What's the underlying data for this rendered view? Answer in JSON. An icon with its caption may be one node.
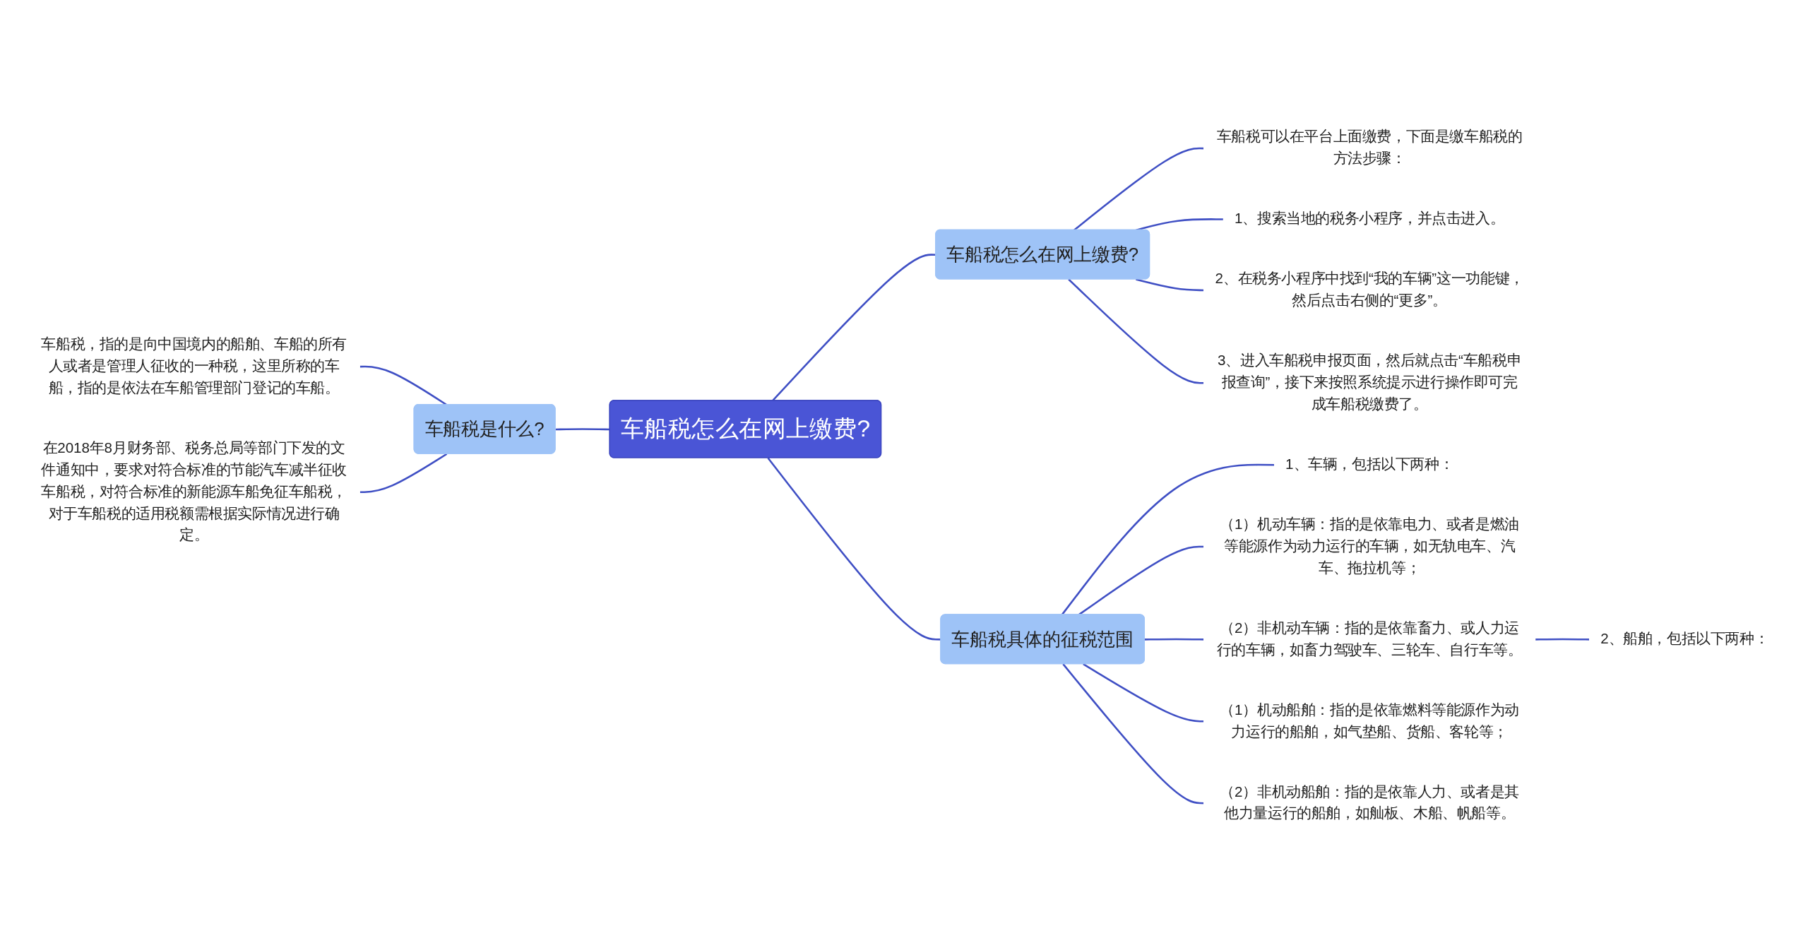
{
  "diagram": {
    "nodes": [
      {
        "text": [
          "车船税怎么在网上缴费?"
        ]
      },
      {
        "text": [
          "车船税是什么?"
        ]
      },
      {
        "text": [
          "车船税，指的是向中国境内的船舶、车船的所有人或者是管理人征收的一种税，这里所称的车船，指的是依法在车船管理部门登记的车船。"
        ]
      },
      {
        "text": [
          "在2018年8月财务部、税务总局等部门下发的文件通知中，要求对符合标准的节能汽车减半征收车船税，对符合标准的新能源车船免征车船税，对于车船税的适用税额需根据实际情况进行确定。"
        ]
      },
      {
        "text": [
          "车船税怎么在网上缴费?"
        ]
      },
      {
        "text": [
          "车船税可以在平台上面缴费，下面是缴车船税的方法步骤："
        ]
      },
      {
        "text": [
          "1、搜索当地的税务小程序，并点击进入。"
        ]
      },
      {
        "text": [
          "2、在税务小程序中找到“我的车辆”这一功能键，然后点击右侧的“更多”。"
        ]
      },
      {
        "text": [
          "3、进入车船税申报页面，然后就点击“车船税申报查询”，接下来按照系统提示进行操作即可完成车船税缴费了。"
        ]
      },
      {
        "text": [
          "车船税具体的征税范围"
        ]
      },
      {
        "text": [
          "1、车辆，包括以下两种："
        ]
      },
      {
        "text": [
          "（1）机动车辆：指的是依靠电力、或者是燃油等能源作为动力运行的车辆，如无轨电车、汽车、拖拉机等；"
        ]
      },
      {
        "text": [
          "（2）非机动车辆：指的是依靠畜力、或人力运行的车辆，如畜力驾驶车、三轮车、自行车等。"
        ]
      },
      {
        "text": [
          "（1）机动船舶：指的是依靠燃料等能源作为动力运行的船舶，如气垫船、货船、客轮等；"
        ]
      },
      {
        "text": [
          "（2）非机动船舶：指的是依靠人力、或者是其他力量运行的船舶，如舢板、木船、帆船等。"
        ]
      },
      {
        "text": [
          "2、船舶，包括以下两种："
        ]
      }
    ],
    "edges": [
      {
        "from": 0,
        "to": 1,
        "arrow": "none"
      },
      {
        "from": 1,
        "to": 2,
        "arrow": "none"
      },
      {
        "from": 1,
        "to": 3,
        "arrow": "none"
      },
      {
        "from": 0,
        "to": 4,
        "arrow": "none"
      },
      {
        "from": 4,
        "to": 5,
        "arrow": "none"
      },
      {
        "from": 4,
        "to": 6,
        "arrow": "none"
      },
      {
        "from": 4,
        "to": 7,
        "arrow": "none"
      },
      {
        "from": 4,
        "to": 8,
        "arrow": "none"
      },
      {
        "from": 0,
        "to": 9,
        "arrow": "none"
      },
      {
        "from": 9,
        "to": 10,
        "arrow": "none"
      },
      {
        "from": 9,
        "to": 11,
        "arrow": "none"
      },
      {
        "from": 9,
        "to": 12,
        "arrow": "none"
      },
      {
        "from": 9,
        "to": 13,
        "arrow": "none"
      },
      {
        "from": 9,
        "to": 14,
        "arrow": "none"
      },
      {
        "from": 12,
        "to": 15,
        "arrow": "none"
      }
    ]
  }
}
